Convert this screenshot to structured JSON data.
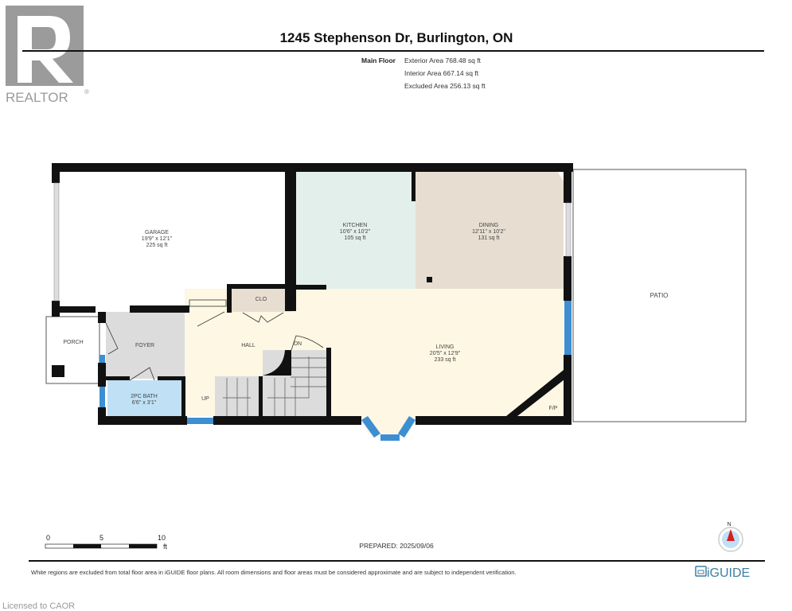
{
  "logo": {
    "text": "REALTOR",
    "mark": "R"
  },
  "header": {
    "title": "1245 Stephenson Dr, Burlington, ON",
    "floor": "Main Floor",
    "exterior_area": "Exterior Area 768.48 sq ft",
    "interior_area": "Interior Area 667.14 sq ft",
    "excluded_area": "Excluded Area 256.13 sq ft"
  },
  "rooms": {
    "garage": {
      "name": "GARAGE",
      "dims": "19'9\" x 12'1\"",
      "area": "225 sq ft"
    },
    "kitchen": {
      "name": "KITCHEN",
      "dims": "10'6\" x 10'2\"",
      "area": "105 sq ft"
    },
    "dining": {
      "name": "DINING",
      "dims": "12'11\" x 10'2\"",
      "area": "131 sq ft"
    },
    "living": {
      "name": "LIVING",
      "dims": "20'5\" x 12'9\"",
      "area": "233 sq ft"
    },
    "bath": {
      "name": "2PC BATH",
      "dims": "6'6\" x 3'1\""
    },
    "porch": {
      "name": "PORCH"
    },
    "foyer": {
      "name": "FOYER"
    },
    "hall": {
      "name": "HALL"
    },
    "clo": {
      "name": "CLO"
    },
    "patio": {
      "name": "PATIO"
    },
    "up": "UP",
    "dn": "DN",
    "fp": "F/P"
  },
  "colors": {
    "kitchen": "#e3efeb",
    "dining": "#e7ded1",
    "living": "#fdf7e3",
    "foyer": "#dcdcdc",
    "bath": "#bfe0f5",
    "window": "#3d8fd1",
    "wall": "#111111"
  },
  "scale": {
    "t0": "0",
    "t5": "5",
    "t10": "10",
    "unit": "ft"
  },
  "compass": {
    "label": "N"
  },
  "prepared": "PREPARED: 2025/09/06",
  "footer": {
    "disclaimer": "White regions are excluded from total floor area in iGUIDE floor plans. All room dimensions and floor areas must be considered approximate and are subject to independent verification.",
    "brand": "iGUIDE",
    "license": "Licensed to CAOR"
  }
}
